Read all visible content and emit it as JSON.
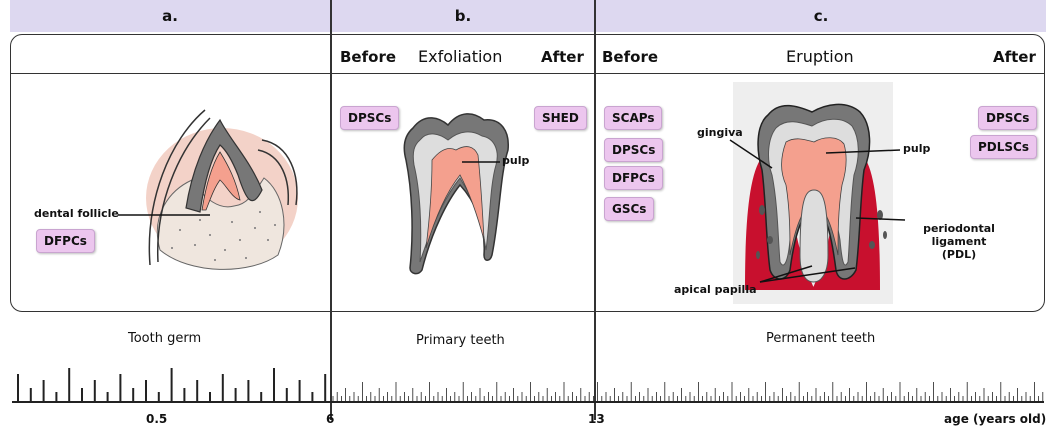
{
  "headers": {
    "a": "a.",
    "b": "b.",
    "c": "c."
  },
  "panel_b": {
    "before": "Before",
    "event": "Exfoliation",
    "after": "After"
  },
  "panel_c": {
    "before": "Before",
    "event": "Eruption",
    "after": "After"
  },
  "panel_a": {
    "labels": {
      "dental_follicle": "dental follicle"
    },
    "badges": [
      "DFPCs"
    ]
  },
  "panel_b_content": {
    "labels": {
      "pulp": "pulp"
    },
    "badges_before": [
      "DPSCs"
    ],
    "badges_after": [
      "SHED"
    ]
  },
  "panel_c_content": {
    "labels": {
      "gingiva": "gingiva",
      "pulp": "pulp",
      "pdl_line1": "periodontal ligament",
      "pdl_line2": "(PDL)",
      "apical_papilla": "apical papilla"
    },
    "badges_before": [
      "SCAPs",
      "DPSCs",
      "DFPCs",
      "GSCs"
    ],
    "badges_after": [
      "DPSCs",
      "PDLSCs"
    ]
  },
  "timeline": {
    "stages": [
      "Tooth germ",
      "Primary teeth",
      "Permanent teeth"
    ],
    "ticks": [
      "0.5",
      "6",
      "13"
    ],
    "axis_label": "age (years old)"
  },
  "colors": {
    "header_bg": "#ddd8f0",
    "badge_bg": "#ecc6ee",
    "pulp": "#f4a08e",
    "gingiva": "#c8102e",
    "follicle": "#f3d2c8"
  }
}
